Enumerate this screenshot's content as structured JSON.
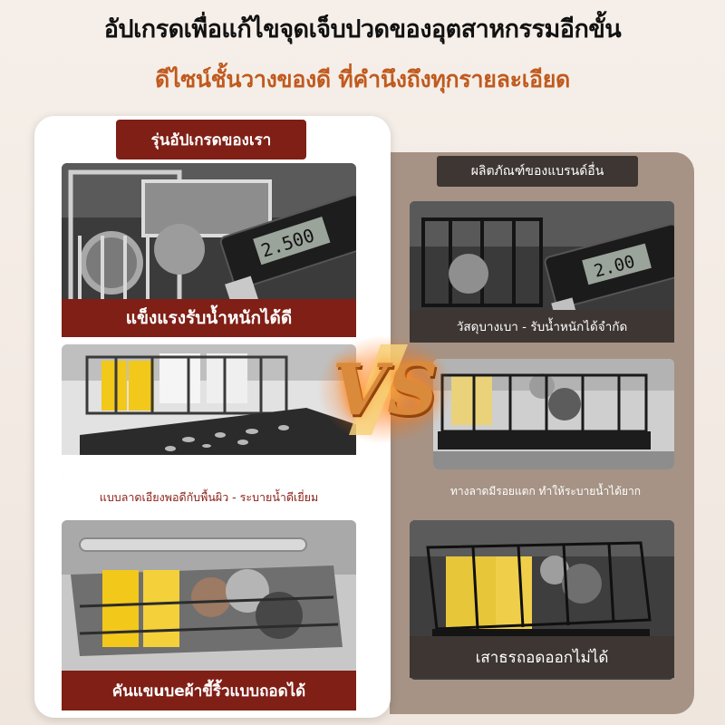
{
  "header": {
    "title": "อัปเกรดเพื่อแก้ไขจุดเจ็บปวดของอุตสาหกรรมอีกขั้น",
    "subtitle": "ดีไซน์ชั้นวางของดี ที่คำนึงถึงทุกรายละเอียด"
  },
  "left": {
    "tag": "รุ่นอัปเกรดของเรา",
    "items": [
      {
        "caption": "แข็งแรงรับน้ำหนักได้ดี",
        "icon": "caliper-photo",
        "readout": "2.500"
      },
      {
        "caption": "แบบลาดเอียงพอดีกับพื้นผิว - ระบายน้ำดีเยี่ยม",
        "icon": "drain-tray-photo"
      },
      {
        "caption": "คันแขuบeผ้าขี้ริ้วแบบถอดได้",
        "icon": "towel-bar-photo"
      }
    ]
  },
  "right": {
    "tag": "ผลิตภัณฑ์ของแบรนด์อื่น",
    "items": [
      {
        "caption": "วัสดุบางเบา - รับน้ำหนักได้จำกัด",
        "icon": "caliper-photo",
        "readout": "2.00"
      },
      {
        "caption": "ทางลาดมีรอยแตก ทำให้ระบายน้ำได้ยาก",
        "icon": "flat-tray-photo"
      },
      {
        "caption": "เสาธรถอดออกไม่ได้",
        "icon": "fixed-rack-photo"
      }
    ]
  },
  "vs": {
    "label": "VS"
  },
  "colors": {
    "accent_red": "#7f1f16",
    "accent_orange": "#c05a1e",
    "dark_tag": "#3d3632",
    "right_panel": "#a69385"
  }
}
